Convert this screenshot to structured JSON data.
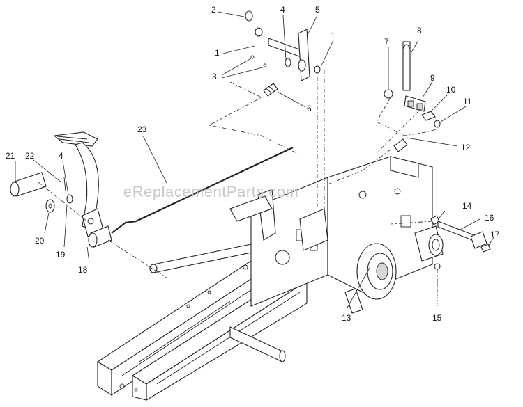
{
  "watermark": "eReplacementParts.com",
  "callouts": [
    {
      "id": "c2a",
      "label": "2"
    },
    {
      "id": "c4a",
      "label": "4"
    },
    {
      "id": "c5",
      "label": "5"
    },
    {
      "id": "c1a",
      "label": "1"
    },
    {
      "id": "c1b",
      "label": "1"
    },
    {
      "id": "c3",
      "label": "3"
    },
    {
      "id": "c6",
      "label": "6"
    },
    {
      "id": "c7",
      "label": "7"
    },
    {
      "id": "c8",
      "label": "8"
    },
    {
      "id": "c9",
      "label": "9"
    },
    {
      "id": "c10",
      "label": "10"
    },
    {
      "id": "c11",
      "label": "11"
    },
    {
      "id": "c12",
      "label": "12"
    },
    {
      "id": "c23",
      "label": "23"
    },
    {
      "id": "c21",
      "label": "21"
    },
    {
      "id": "c22",
      "label": "22"
    },
    {
      "id": "c4b",
      "label": "4"
    },
    {
      "id": "c20",
      "label": "20"
    },
    {
      "id": "c19",
      "label": "19"
    },
    {
      "id": "c18",
      "label": "18"
    },
    {
      "id": "c14",
      "label": "14"
    },
    {
      "id": "c16",
      "label": "16"
    },
    {
      "id": "c17",
      "label": "17"
    },
    {
      "id": "c13",
      "label": "13"
    },
    {
      "id": "c15",
      "label": "15"
    }
  ]
}
